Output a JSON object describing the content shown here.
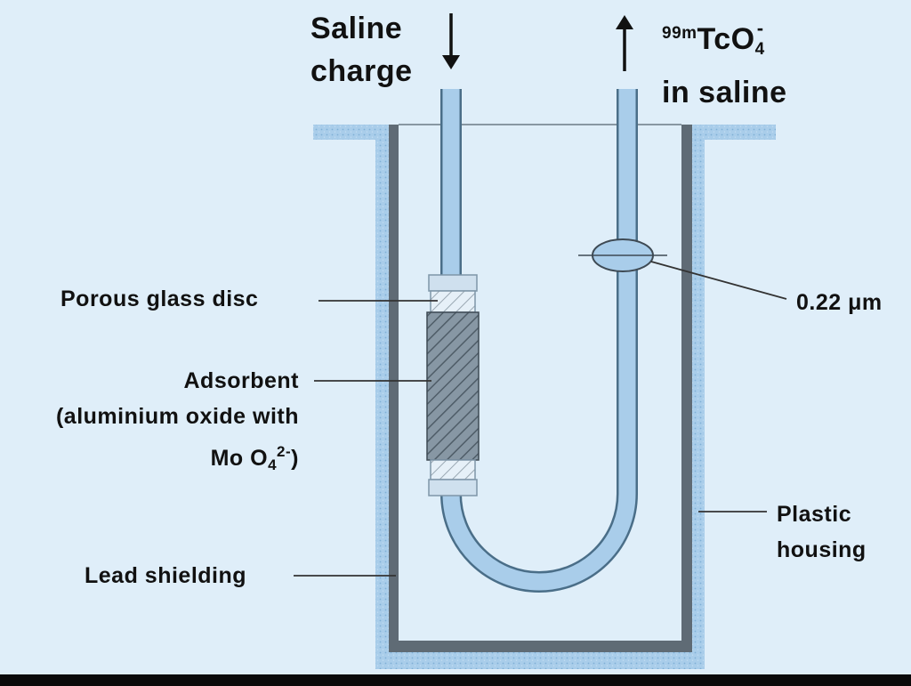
{
  "colors": {
    "background": "#dfeef9",
    "housing": "#a9cdea",
    "lead": "#5f6b75",
    "tube": "#a9cdea",
    "tube_outline": "#4a6e88",
    "adsorbent": "#7a8a97",
    "leader": "#333333"
  },
  "labels": {
    "saline_charge_1": "Saline",
    "saline_charge_2": "charge",
    "output_sup": "99m",
    "output_main": "TcO",
    "output_sub": "4",
    "output_charge": "-",
    "output_line2": "in saline",
    "porous_glass_disc": "Porous glass disc",
    "adsorbent_1": "Adsorbent",
    "adsorbent_2": "(aluminium oxide with",
    "adsorbent_3_pre": "Mo O",
    "adsorbent_3_sub": "4",
    "adsorbent_3_sup": "2-",
    "adsorbent_3_post": ")",
    "filter": "0.22 μm",
    "plastic_housing_1": "Plastic",
    "plastic_housing_2": "housing",
    "lead_shielding": "Lead shielding"
  },
  "icons": {
    "arrow_in": "arrow-down-icon",
    "arrow_out": "arrow-up-icon"
  }
}
